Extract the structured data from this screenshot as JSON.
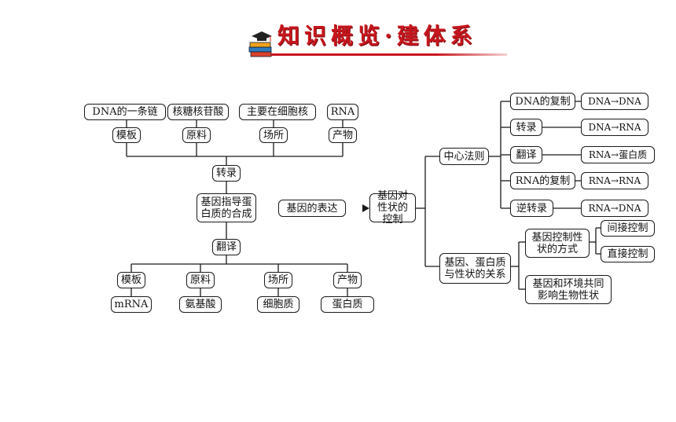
{
  "header": {
    "title": "知识概览·建体系"
  },
  "nodes": {
    "src_dna_strand": "DNA的一条链",
    "src_nucleotides": "核糖核苷酸",
    "src_nucleus": "主要在细胞核",
    "src_rna": "RNA",
    "lbl_template_1": "模板",
    "lbl_material_1": "原料",
    "lbl_site_1": "场所",
    "lbl_product_1": "产物",
    "transcription": "转录",
    "gene_guides_protein": "基因指导蛋白质的合成",
    "gene_expression": "基因的表达",
    "gene_controls_trait": "基因对性状的控制",
    "translation": "翻译",
    "lbl_template_2": "模板",
    "lbl_material_2": "原料",
    "lbl_site_2": "场所",
    "lbl_product_2": "产物",
    "mrna": "mRNA",
    "amino_acid": "氨基酸",
    "cytoplasm": "细胞质",
    "protein": "蛋白质",
    "central_dogma": "中心法则",
    "dna_replication": "DNA的复制",
    "cd_transcription": "转录",
    "cd_translation": "翻译",
    "rna_replication": "RNA的复制",
    "reverse_transcription": "逆转录",
    "flow_dna_dna": "DNA→DNA",
    "flow_dna_rna": "DNA→RNA",
    "flow_rna_protein": "RNA→蛋白质",
    "flow_rna_rna": "RNA→RNA",
    "flow_rna_dna": "RNA→DNA",
    "gene_protein_trait": "基因、蛋白质与性状的关系",
    "gene_control_modes": "基因控制性状的方式",
    "indirect_control": "间接控制",
    "direct_control": "直接控制",
    "gene_environment": "基因和环境共同影响生物性状"
  }
}
